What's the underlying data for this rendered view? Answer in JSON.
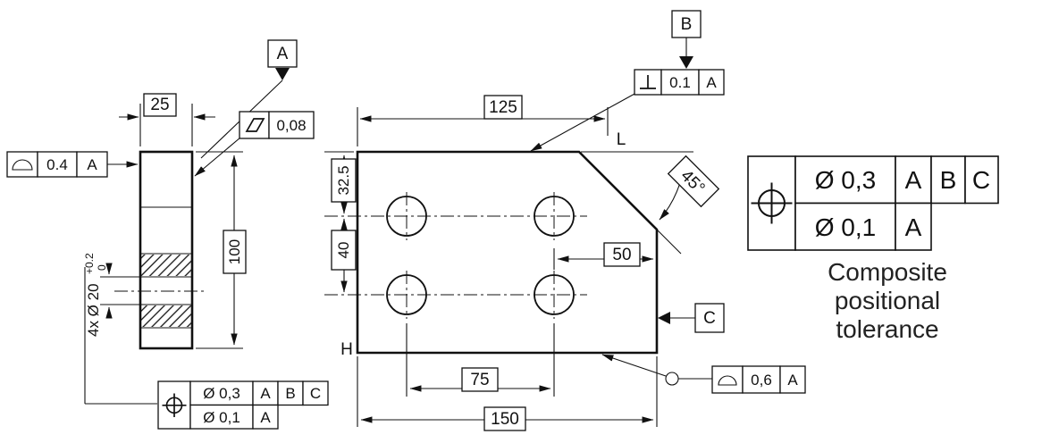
{
  "side_view": {
    "dim_thickness": "25",
    "dim_height": "100",
    "hole_note": "4x Ø 20",
    "hole_tol_upper": "+0.2",
    "hole_tol_lower": "0",
    "datum_label": "A",
    "flatness": {
      "value": "0,08"
    },
    "surface_profile": {
      "value": "0.4",
      "datum": "A"
    }
  },
  "front_view": {
    "dim_top_width": "125",
    "dim_first_row": "32.5",
    "dim_row_spacing": "40",
    "dim_right_offset": "50",
    "dim_hole_spacing": "75",
    "dim_total_width": "150",
    "chamfer_angle": "45°",
    "point_label_top": "L",
    "point_label_bottom": "H",
    "datum_b_label": "B",
    "datum_c_label": "C",
    "perpendicularity": {
      "value": "0.1",
      "datum": "A"
    },
    "surface_profile": {
      "value": "0,6",
      "datum": "A"
    }
  },
  "fcf_small": {
    "row1": {
      "tolerance": "Ø 0,3",
      "datum1": "A",
      "datum2": "B",
      "datum3": "C"
    },
    "row2": {
      "tolerance": "Ø 0,1",
      "datum1": "A"
    }
  },
  "fcf_large": {
    "row1": {
      "tolerance": "Ø 0,3",
      "datum1": "A",
      "datum2": "B",
      "datum3": "C"
    },
    "row2": {
      "tolerance": "Ø 0,1",
      "datum1": "A"
    }
  },
  "caption": {
    "line1": "Composite",
    "line2": "positional",
    "line3": "tolerance"
  },
  "colors": {
    "line": "#111111",
    "background": "#ffffff"
  }
}
